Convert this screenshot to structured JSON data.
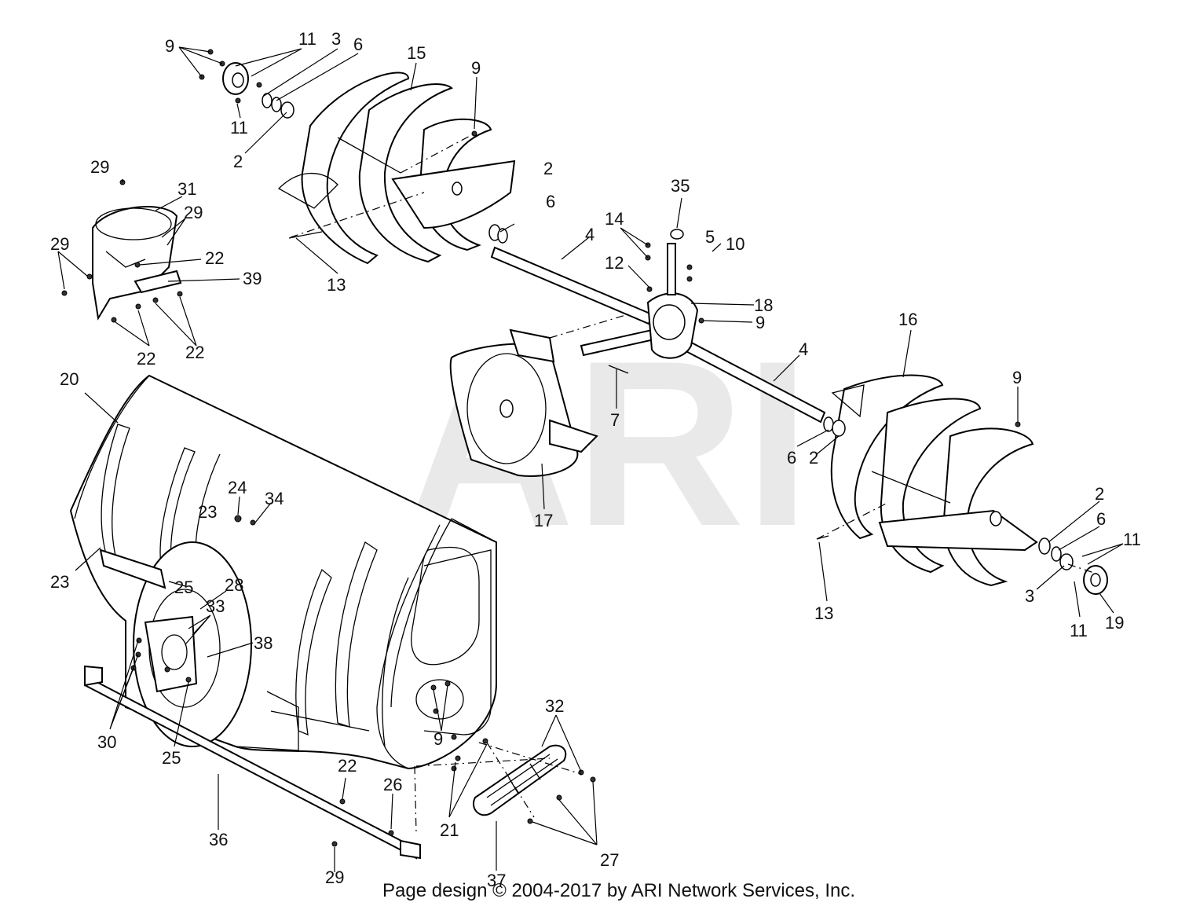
{
  "watermark": "ARI",
  "footer": "Page design © 2004-2017 by ARI Network Services, Inc.",
  "callouts": {
    "c9a": "9",
    "c11a": "11",
    "c3a": "3",
    "c6a": "6",
    "c15": "15",
    "c9b": "9",
    "c11b": "11",
    "c2a": "2",
    "c29a": "29",
    "c31": "31",
    "c29b": "29",
    "c29c": "29",
    "c22a": "22",
    "c39": "39",
    "c22b": "22",
    "c22c": "22",
    "c13a": "13",
    "c2b": "2",
    "c6b": "6",
    "c4a": "4",
    "c35": "35",
    "c14": "14",
    "c5": "5",
    "c10": "10",
    "c12": "12",
    "c18": "18",
    "c9c": "9",
    "c16": "16",
    "c4b": "4",
    "c7": "7",
    "c9d": "9",
    "c6c": "6",
    "c2c": "2",
    "c17": "17",
    "c20": "20",
    "c24": "24",
    "c34": "34",
    "c23a": "23",
    "c23b": "23",
    "c25a": "25",
    "c28": "28",
    "c33": "33",
    "c38": "38",
    "c30": "30",
    "c25b": "25",
    "c2d": "2",
    "c6d": "6",
    "c11c": "11",
    "c3b": "3",
    "c19": "19",
    "c11d": "11",
    "c13b": "13",
    "c32": "32",
    "c9e": "9",
    "c22d": "22",
    "c26": "26",
    "c21": "21",
    "c27": "27",
    "c36": "36",
    "c29d": "29",
    "c37": "37"
  }
}
